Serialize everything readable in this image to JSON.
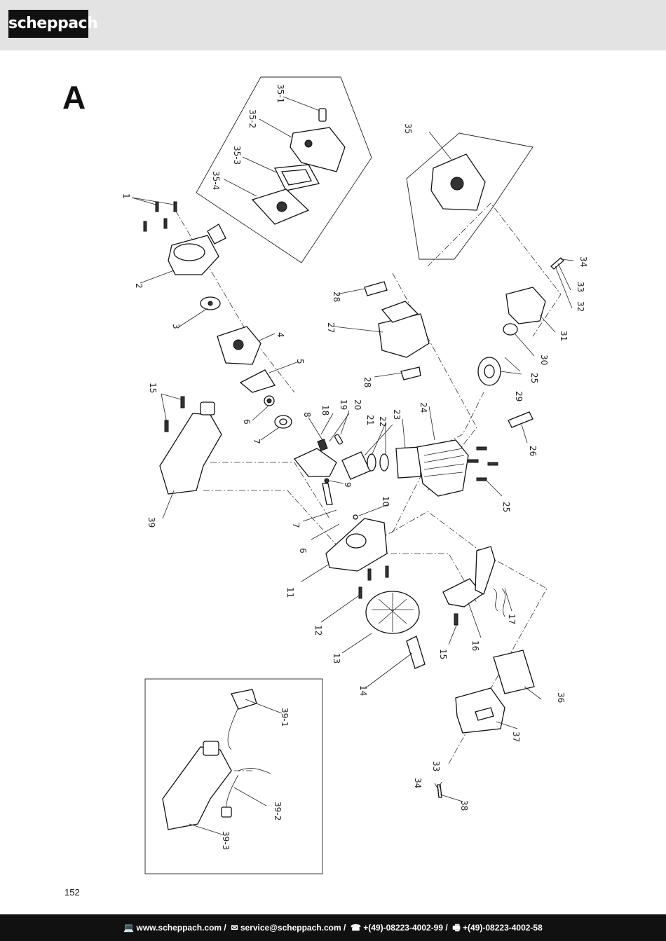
{
  "header": {
    "logo_text": "scheppach"
  },
  "section_letter": "A",
  "page_number": "152",
  "part_labels": [
    {
      "id": "1",
      "text": "1"
    },
    {
      "id": "2",
      "text": "2"
    },
    {
      "id": "3",
      "text": "3"
    },
    {
      "id": "4",
      "text": "4"
    },
    {
      "id": "5",
      "text": "5"
    },
    {
      "id": "6a",
      "text": "6"
    },
    {
      "id": "6b",
      "text": "6"
    },
    {
      "id": "7a",
      "text": "7"
    },
    {
      "id": "7b",
      "text": "7"
    },
    {
      "id": "8",
      "text": "8"
    },
    {
      "id": "9",
      "text": "9"
    },
    {
      "id": "10",
      "text": "10"
    },
    {
      "id": "11",
      "text": "11"
    },
    {
      "id": "12",
      "text": "12"
    },
    {
      "id": "13",
      "text": "13"
    },
    {
      "id": "14",
      "text": "14"
    },
    {
      "id": "15a",
      "text": "15"
    },
    {
      "id": "15b",
      "text": "15"
    },
    {
      "id": "16",
      "text": "16"
    },
    {
      "id": "17",
      "text": "17"
    },
    {
      "id": "18",
      "text": "18"
    },
    {
      "id": "19",
      "text": "19"
    },
    {
      "id": "20",
      "text": "20"
    },
    {
      "id": "21",
      "text": "21"
    },
    {
      "id": "22",
      "text": "22"
    },
    {
      "id": "23",
      "text": "23"
    },
    {
      "id": "24",
      "text": "24"
    },
    {
      "id": "25a",
      "text": "25"
    },
    {
      "id": "25b",
      "text": "25"
    },
    {
      "id": "26",
      "text": "26"
    },
    {
      "id": "27",
      "text": "27"
    },
    {
      "id": "28a",
      "text": "28"
    },
    {
      "id": "28b",
      "text": "28"
    },
    {
      "id": "29",
      "text": "29"
    },
    {
      "id": "30",
      "text": "30"
    },
    {
      "id": "31",
      "text": "31"
    },
    {
      "id": "32",
      "text": "32"
    },
    {
      "id": "33a",
      "text": "33"
    },
    {
      "id": "33b",
      "text": "33"
    },
    {
      "id": "34a",
      "text": "34"
    },
    {
      "id": "34b",
      "text": "34"
    },
    {
      "id": "35",
      "text": "35"
    },
    {
      "id": "35-1",
      "text": "35-1"
    },
    {
      "id": "35-2",
      "text": "35-2"
    },
    {
      "id": "35-3",
      "text": "35-3"
    },
    {
      "id": "35-4",
      "text": "35-4"
    },
    {
      "id": "36",
      "text": "36"
    },
    {
      "id": "37",
      "text": "37"
    },
    {
      "id": "38",
      "text": "38"
    },
    {
      "id": "39",
      "text": "39"
    },
    {
      "id": "39-1",
      "text": "39-1"
    },
    {
      "id": "39-2",
      "text": "39-2"
    },
    {
      "id": "39-3",
      "text": "39-3"
    }
  ],
  "footer": {
    "website_icon": "computer-icon",
    "website": "www.scheppach.com /",
    "email_icon": "envelope-icon",
    "email": "service@scheppach.com /",
    "phone_icon": "telephone-icon",
    "phone": "+(49)-08223-4002-99 /",
    "fax_icon": "fax-icon",
    "fax": "+(49)-08223-4002-58"
  }
}
